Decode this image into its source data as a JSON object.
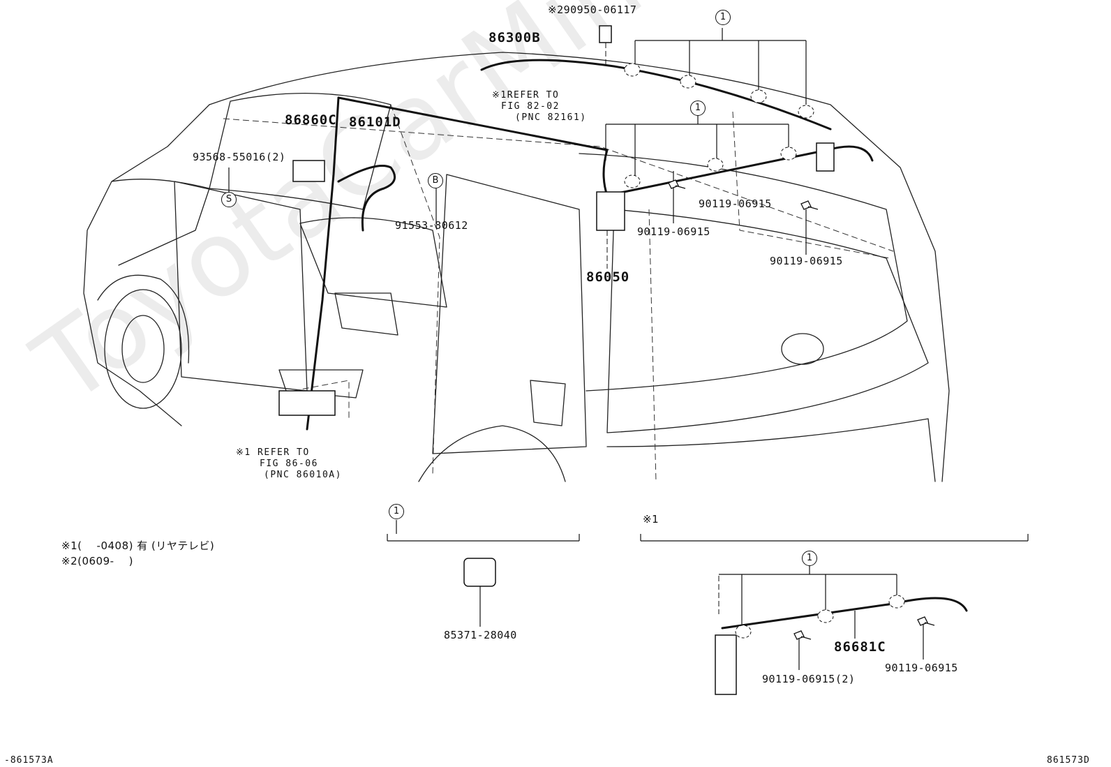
{
  "diagram": {
    "part_labels": {
      "p86300b": "86300B",
      "p86860c": "86860C",
      "p86101d": "86101D",
      "p86050": "86050",
      "p86681c": "86681C",
      "p93568": "93568-55016(2)",
      "p91553": "91553-80612",
      "p90119_a": "90119-06915",
      "p90119_b": "90119-06915",
      "p90119_c": "90119-06915",
      "p90119_d": "90119-06915(2)",
      "p90119_e": "90119-06915",
      "p85371": "85371-28040",
      "p290950": "※290950-06117"
    },
    "refer_82": {
      "line1": "※1REFER TO",
      "line2": "FIG 82-02",
      "line3": "(PNC 82161)"
    },
    "refer_86": {
      "line1": "※1 REFER TO",
      "line2": "FIG 86-06",
      "line3": "(PNC 86010A)"
    },
    "markers": {
      "one": "1",
      "b": "B",
      "s": "S"
    },
    "inset_star": "※1",
    "notes": {
      "note1": "※1(    -0408) 有 (リヤテレビ)",
      "note2": "※2(0609-    )"
    },
    "footer": {
      "left_code": "-861573A",
      "right_code": "861573D"
    },
    "watermark": "ToyotaCarMine.ru"
  }
}
